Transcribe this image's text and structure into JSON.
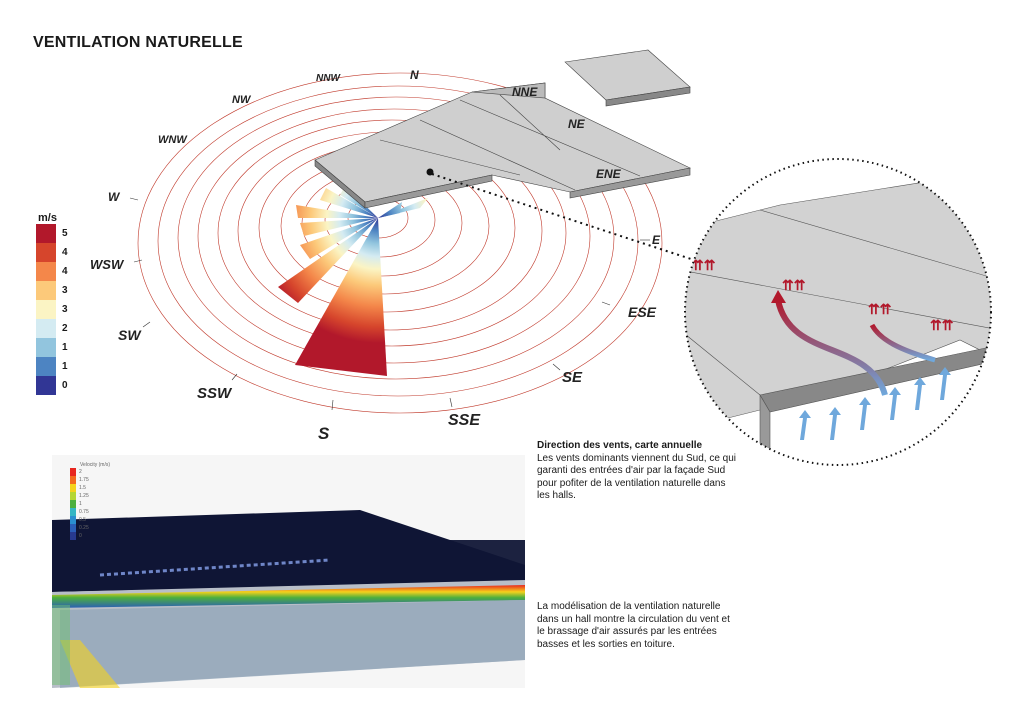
{
  "title": "VENTILATION NATURELLE",
  "wind_rose": {
    "directions": [
      "N",
      "NNE",
      "NE",
      "ENE",
      "E",
      "ESE",
      "SE",
      "SSE",
      "S",
      "SSW",
      "SW",
      "WSW",
      "W",
      "WNW",
      "NW",
      "NNW"
    ],
    "legend": {
      "unit": "m/s",
      "labels": [
        "5",
        "4",
        "4",
        "3",
        "3",
        "2",
        "1",
        "1",
        "0"
      ],
      "colors": [
        "#b2182b",
        "#d6452c",
        "#f4874a",
        "#fcc97a",
        "#fbf4c4",
        "#d4ebf2",
        "#92c5de",
        "#4d84c2",
        "#313695"
      ]
    }
  },
  "text_blocks": {
    "wind_title": "Direction des vents, carte annuelle",
    "wind_body": "Les vents dominants viennent du Sud, ce qui garanti des entrées d'air par la façade Sud pour pofiter de la ventilation naturelle dans les halls.",
    "cfd_body": "La modélisation de la ventilation naturelle dans un hall montre la circulation du vent et le brassage d'air assurés par les entrées basses et les sorties en toiture."
  },
  "cfd": {
    "legend_title": "Velocity (m/s)",
    "legend_labels": [
      "2",
      "1.75",
      "1.5",
      "1.25",
      "1",
      "0.75",
      "0.5",
      "0.25",
      "0"
    ],
    "legend_colors": [
      "#e8261f",
      "#f36a1e",
      "#f5d21c",
      "#b5d634",
      "#4caf3e",
      "#34b6c4",
      "#2a8fd0",
      "#2b5fb8",
      "#283a8f"
    ]
  }
}
